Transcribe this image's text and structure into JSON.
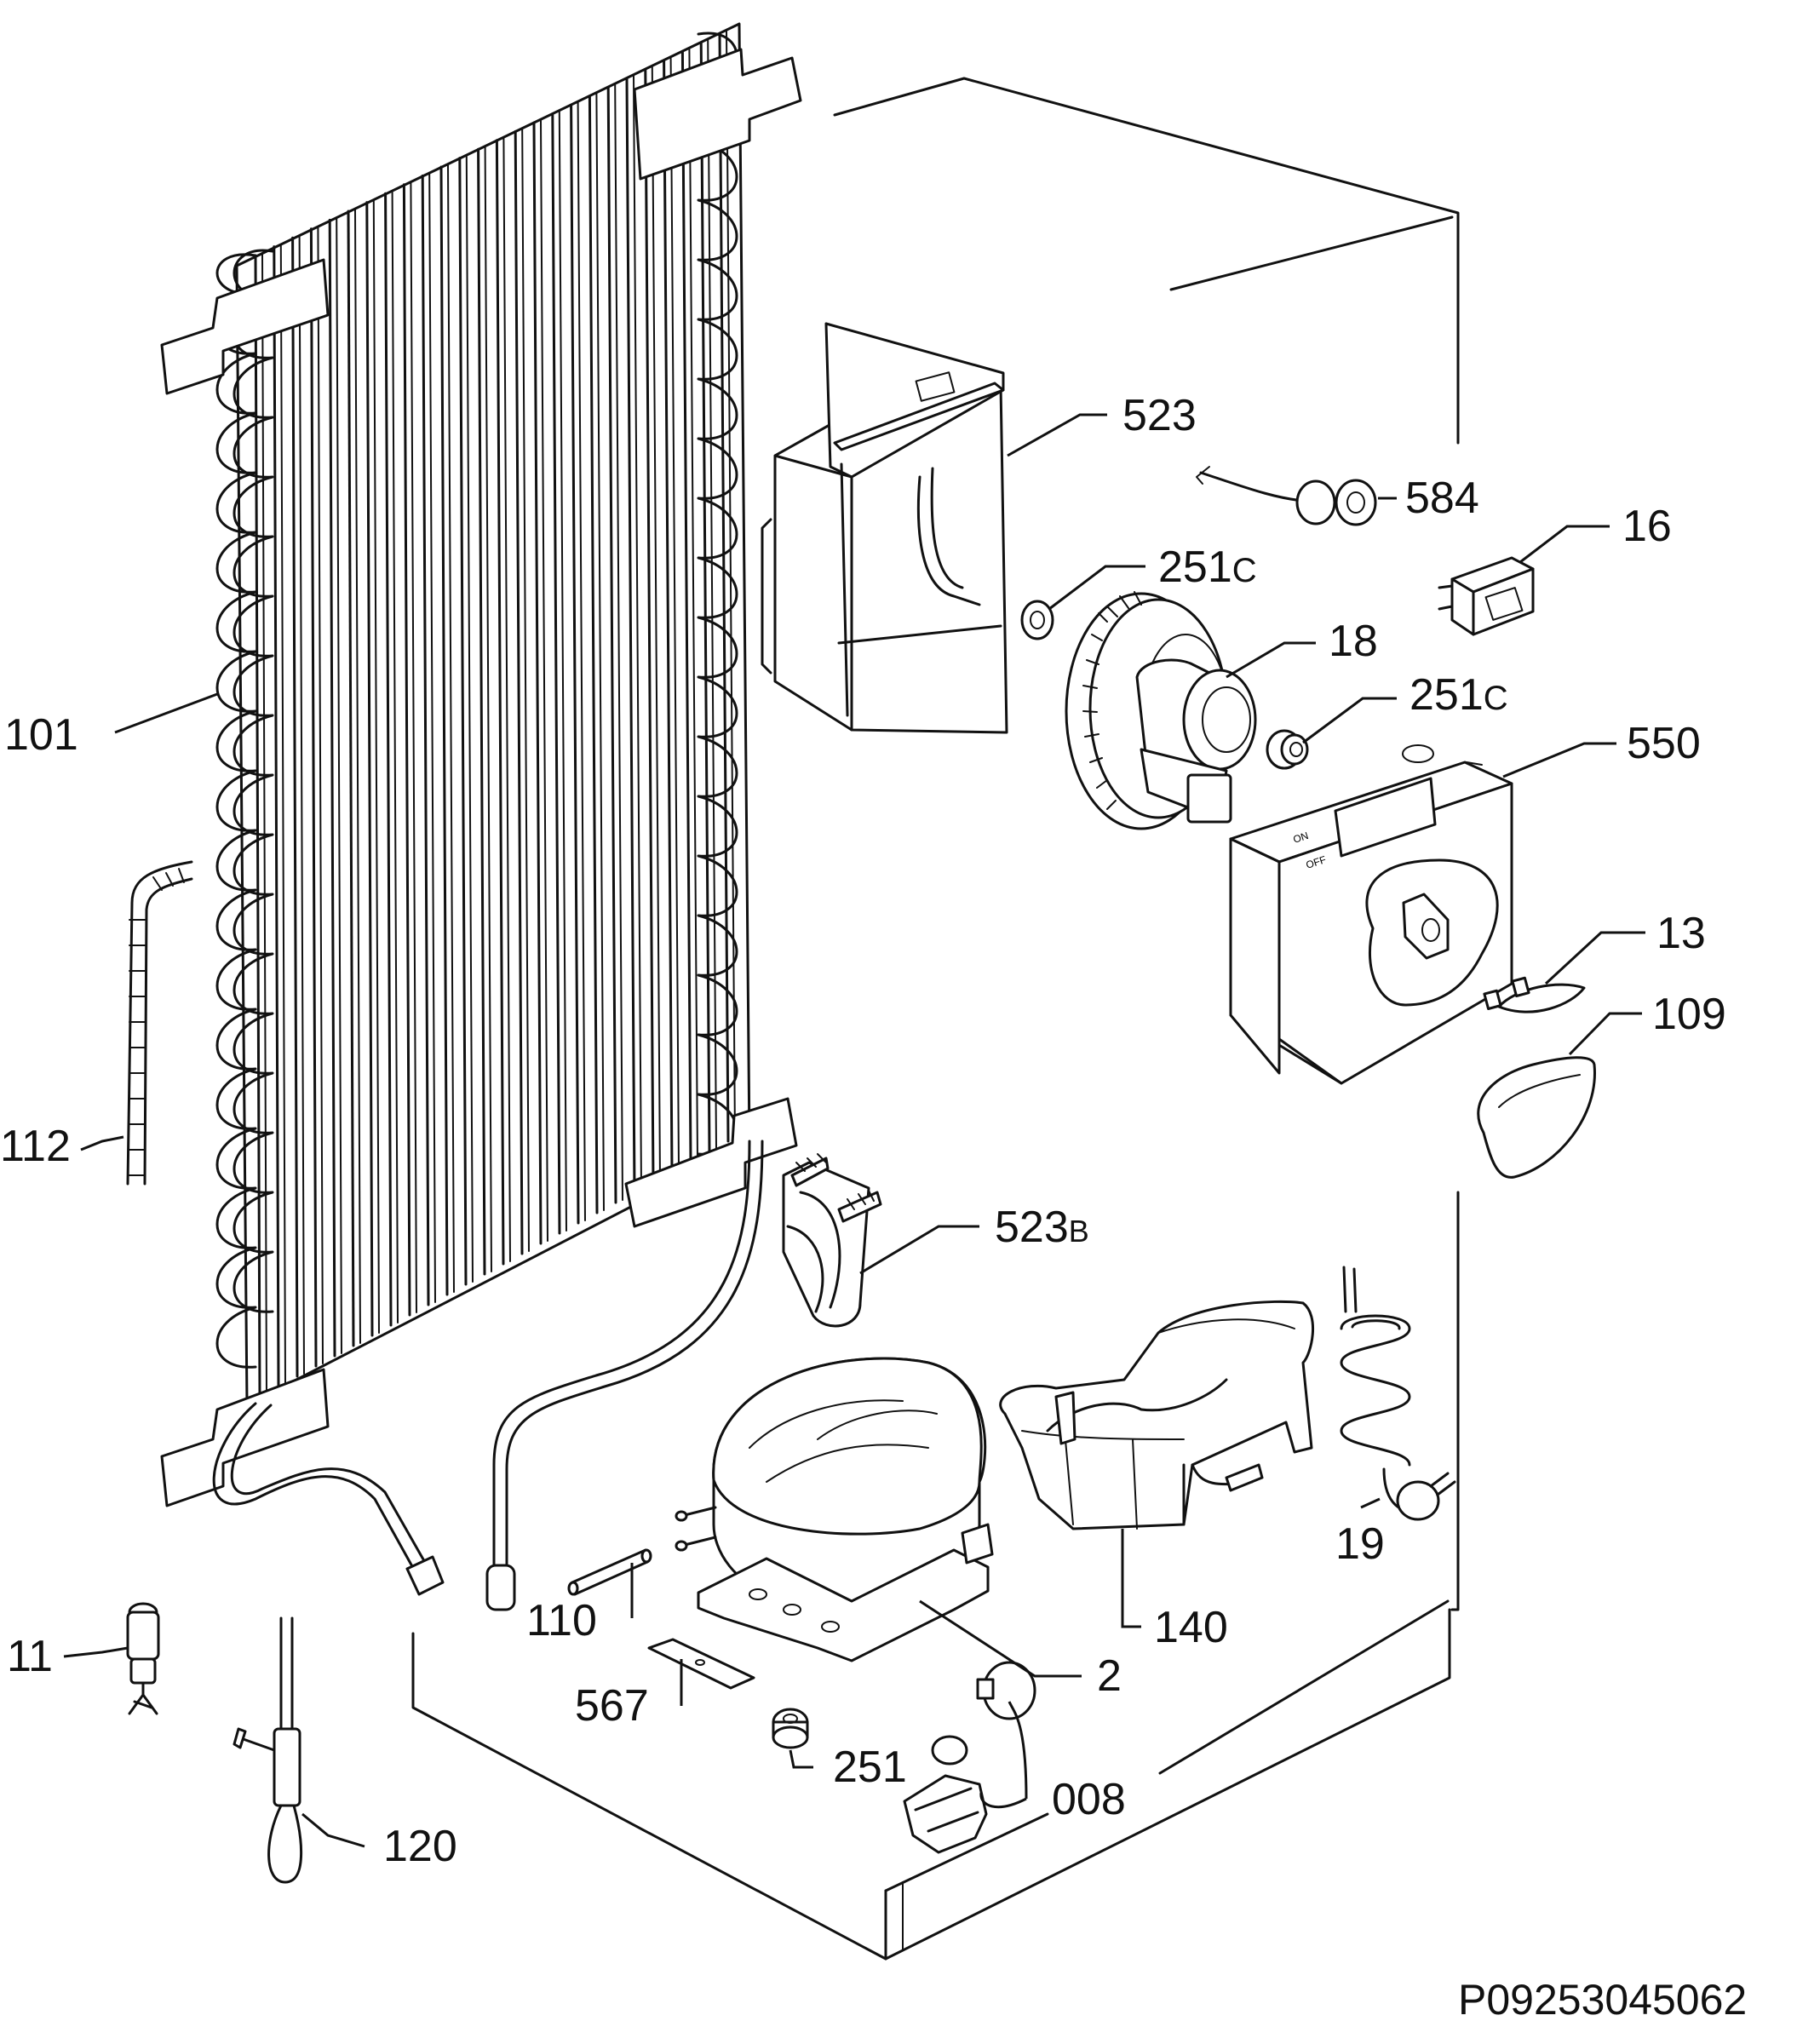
{
  "reference_code": "P09253045062",
  "parts": [
    {
      "id": "101",
      "label": "101",
      "name": "condenser"
    },
    {
      "id": "112",
      "label": "112",
      "name": "drain-hose"
    },
    {
      "id": "11",
      "label": "11",
      "name": "filter-drier"
    },
    {
      "id": "120",
      "label": "120",
      "name": "service-tube"
    },
    {
      "id": "110",
      "label": "110",
      "name": "tube"
    },
    {
      "id": "567",
      "label": "567",
      "name": "plate"
    },
    {
      "id": "251",
      "label": "251",
      "name": "nut"
    },
    {
      "id": "008",
      "label": "008",
      "name": "relay"
    },
    {
      "id": "2",
      "label": "2",
      "name": "compressor"
    },
    {
      "id": "140",
      "label": "140",
      "name": "drip-tray"
    },
    {
      "id": "19",
      "label": "19",
      "name": "power-cable"
    },
    {
      "id": "523B",
      "label": "523",
      "suffix": "B",
      "name": "clamp"
    },
    {
      "id": "523",
      "label": "523",
      "name": "control-box"
    },
    {
      "id": "584",
      "label": "584",
      "name": "sensor"
    },
    {
      "id": "16",
      "label": "16",
      "name": "switch"
    },
    {
      "id": "251C_top",
      "label": "251",
      "suffix": "C",
      "name": "bushing-top"
    },
    {
      "id": "18",
      "label": "18",
      "name": "fan-motor"
    },
    {
      "id": "251C_mid",
      "label": "251",
      "suffix": "C",
      "name": "bushing-mid"
    },
    {
      "id": "550",
      "label": "550",
      "name": "fan-housing"
    },
    {
      "id": "13",
      "label": "13",
      "name": "lamp-holder"
    },
    {
      "id": "109",
      "label": "109",
      "name": "lamp-cover"
    }
  ]
}
